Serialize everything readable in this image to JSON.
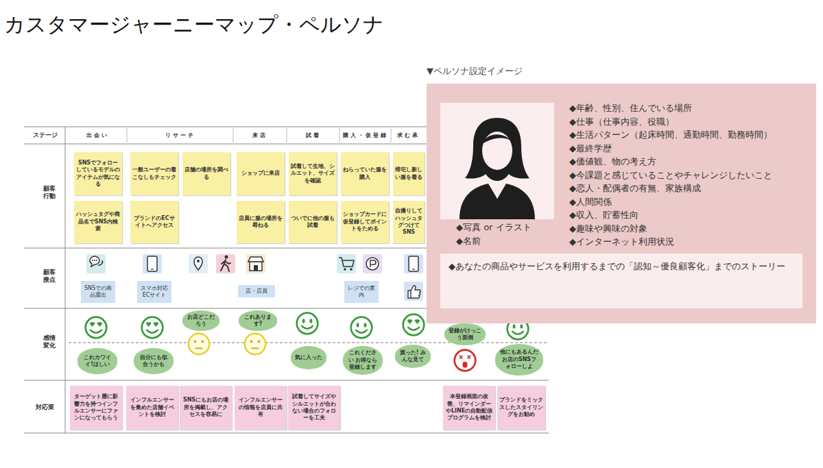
{
  "diagram": {
    "title": "カスタマージャーニーマップ・ペルソナ",
    "nodes": [
      {
        "text": [
          "SNSでフォローしているモデルのアイテムが気になる"
        ]
      },
      {
        "text": [
          "ハッシュタグや商品名でSNS内検索"
        ]
      },
      {
        "text": [
          "一般ユーザーの着こなしもチェック"
        ]
      },
      {
        "text": [
          "ブランドのECサイトへアクセス"
        ]
      },
      {
        "text": [
          "店舗の場所を調べる"
        ]
      },
      {
        "text": [
          "ショップに来店"
        ]
      },
      {
        "text": [
          "店員に服の場所を尋ねる"
        ]
      },
      {
        "text": [
          "試着して生地、シルエット、サイズを確認"
        ]
      },
      {
        "text": [
          "ついでに他の服も試着"
        ]
      },
      {
        "text": [
          "ねらっていた服を購入"
        ]
      },
      {
        "text": [
          "ショップカードに仮登録してポイントをためる"
        ]
      },
      {
        "text": [
          "帰宅し新しい服を着る"
        ]
      },
      {
        "text": [
          "自撮りしてハッシュタグつけてSNS"
        ]
      },
      {
        "text": [
          "SNSでの商品露出"
        ]
      },
      {
        "text": [
          "スマホ対応ECサイト"
        ]
      },
      {
        "text": [
          "店・店員"
        ]
      },
      {
        "text": [
          "レジでの案内"
        ]
      },
      {
        "text": [
          "これカワイイ!ほしい"
        ]
      },
      {
        "text": [
          "自分にも似合うかも"
        ]
      },
      {
        "text": [
          "お店どこだろう"
        ]
      },
      {
        "text": [
          "これあります?"
        ]
      },
      {
        "text": [
          "気に入った"
        ]
      },
      {
        "text": [
          "これください お得なら登録します"
        ]
      },
      {
        "text": [
          "買った! みんな見て"
        ]
      },
      {
        "text": [
          "登録がけっこう面倒"
        ]
      },
      {
        "text": [
          "他にもあるんだお店のSNSフォローしよ"
        ]
      },
      {
        "text": [
          "ターゲット層に影響力を持つインフルエンサーにファンになってもらう"
        ]
      },
      {
        "text": [
          "インフルエンサーを集めた店舗イベントを検討"
        ]
      },
      {
        "text": [
          "SNSにもお店の場所を掲載し、アクセスを容易に"
        ]
      },
      {
        "text": [
          "インフルエンサーの情報を店員に共有"
        ]
      },
      {
        "text": [
          "試着してサイズやシルエットが合わない場合のフォローを工夫"
        ]
      },
      {
        "text": [
          "本登録画面の改善、リマインダーやLINEの自動配信プログラムを検討"
        ]
      },
      {
        "text": [
          "ブランドをミックスしたスタイリングをお勧め"
        ]
      },
      {
        "text": [
          "▼ペルソナ設定イメージ",
          "◆写真 or イラスト",
          "◆名前",
          "◆年齢、性別、住んでいる場所",
          "◆仕事（仕事内容、役職）",
          "◆生活パターン（起床時間、通勤時間、勤務時間）",
          "◆最終学歴",
          "◆価値観、物の考え方",
          "◆今課題と感じていることやチャレンジしたいこと",
          "◆恋人・配偶者の有無、家族構成",
          "◆人間関係",
          "◆収入、貯蓄性向",
          "◆趣味や興味の対象",
          "◆インターネット利用状況"
        ]
      },
      {
        "text": [
          "◆あなたの商品やサービスを利用するまでの「認知～優良顧客化」までのストーリー"
        ],
        "in": 33
      }
    ],
    "edges": [],
    "labels": [
      "ステージ",
      "顧客行動",
      "顧客接点",
      "感情変化",
      "対応策",
      "出会い",
      "リサーチ",
      "来店",
      "試着",
      "購入・仮登録",
      "求む承"
    ]
  }
}
